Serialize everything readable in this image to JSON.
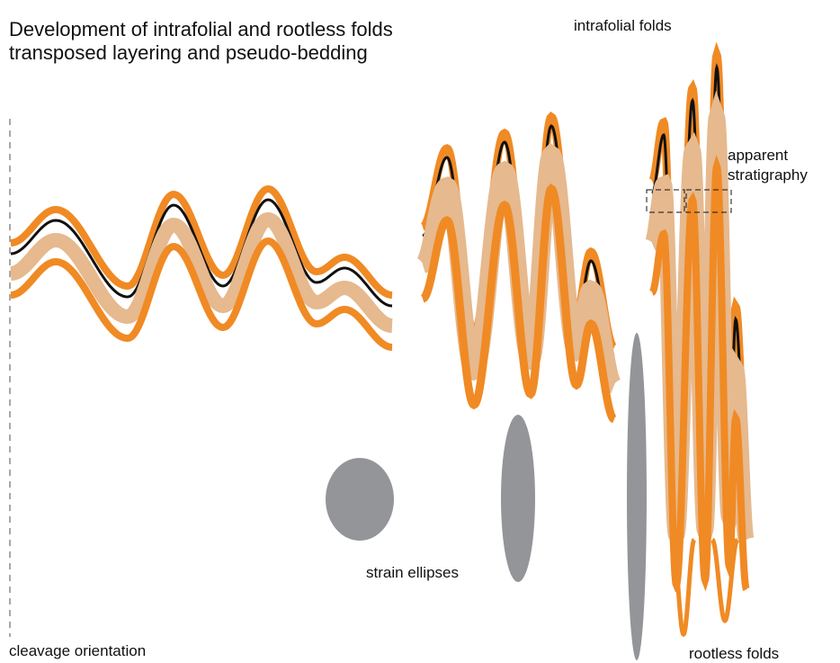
{
  "title_line1": "Development of intrafolial and rootless folds",
  "title_line2": "transposed layering and pseudo-bedding",
  "labels": {
    "intrafolial_folds": "intrafolial folds",
    "apparent_line1": "apparent",
    "apparent_line2": "stratigraphy",
    "strain_ellipses": "strain ellipses",
    "cleavage_orientation": "cleavage orientation",
    "rootless_folds": "rootless folds"
  },
  "colors": {
    "orange": "#f08a24",
    "tan": "#e6b98e",
    "black": "#111111",
    "ellipse": "#939598",
    "dashed": "#6d6e71"
  }
}
